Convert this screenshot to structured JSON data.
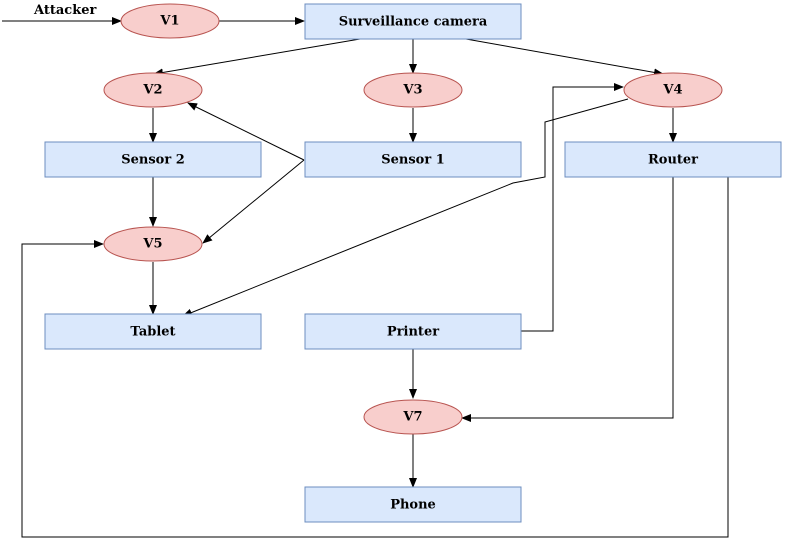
{
  "diagram": {
    "attacker": "Attacker",
    "nodes": {
      "v1": "V1",
      "v2": "V2",
      "v3": "V3",
      "v4": "V4",
      "v5": "V5",
      "v7": "V7",
      "camera": "Surveillance camera",
      "sensor2": "Sensor 2",
      "sensor1": "Sensor 1",
      "router": "Router",
      "tablet": "Tablet",
      "printer": "Printer",
      "phone": "Phone"
    },
    "edges": [
      {
        "from": "attacker",
        "to": "v1"
      },
      {
        "from": "v1",
        "to": "camera"
      },
      {
        "from": "camera",
        "to": "v2"
      },
      {
        "from": "camera",
        "to": "v3"
      },
      {
        "from": "camera",
        "to": "v4"
      },
      {
        "from": "v2",
        "to": "sensor2"
      },
      {
        "from": "v3",
        "to": "sensor1"
      },
      {
        "from": "v4",
        "to": "router"
      },
      {
        "from": "sensor1",
        "to": "v2"
      },
      {
        "from": "sensor1",
        "to": "v5"
      },
      {
        "from": "sensor2",
        "to": "v5"
      },
      {
        "from": "v5",
        "to": "tablet"
      },
      {
        "from": "v4",
        "to": "tablet"
      },
      {
        "from": "printer",
        "to": "v4"
      },
      {
        "from": "printer",
        "to": "v7"
      },
      {
        "from": "router",
        "to": "v7"
      },
      {
        "from": "router",
        "to": "v5"
      },
      {
        "from": "v7",
        "to": "phone"
      }
    ],
    "colors": {
      "box_fill": "#dae8fc",
      "box_stroke": "#6c8ebf",
      "ellipse_fill": "#f8cecc",
      "ellipse_stroke": "#b85450"
    }
  }
}
